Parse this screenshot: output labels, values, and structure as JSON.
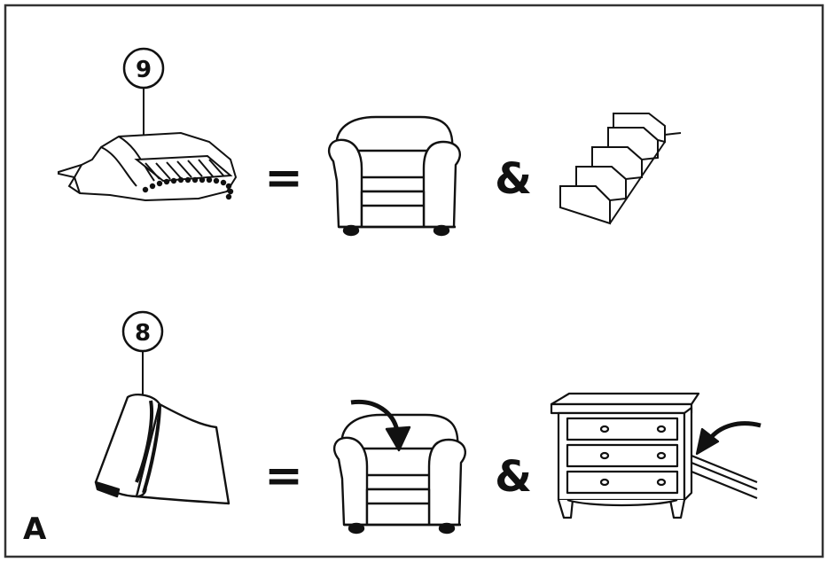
{
  "row_top": {
    "callout_number": "9",
    "equals": "=",
    "ampersand": "&",
    "tool_icon": "crevice-tool-with-brush-icon",
    "target_1_icon": "armchair-icon",
    "target_2_icon": "stairs-icon"
  },
  "row_bottom": {
    "callout_number": "8",
    "equals": "=",
    "ampersand": "&",
    "tool_icon": "wide-nozzle-tool-icon",
    "target_1_icon": "armchair-with-arrow-icon",
    "target_2_icon": "dresser-with-arrow-icon"
  },
  "corner_label": "A",
  "colors": {
    "line": "#111111",
    "background": "#ffffff",
    "border": "#333333"
  }
}
